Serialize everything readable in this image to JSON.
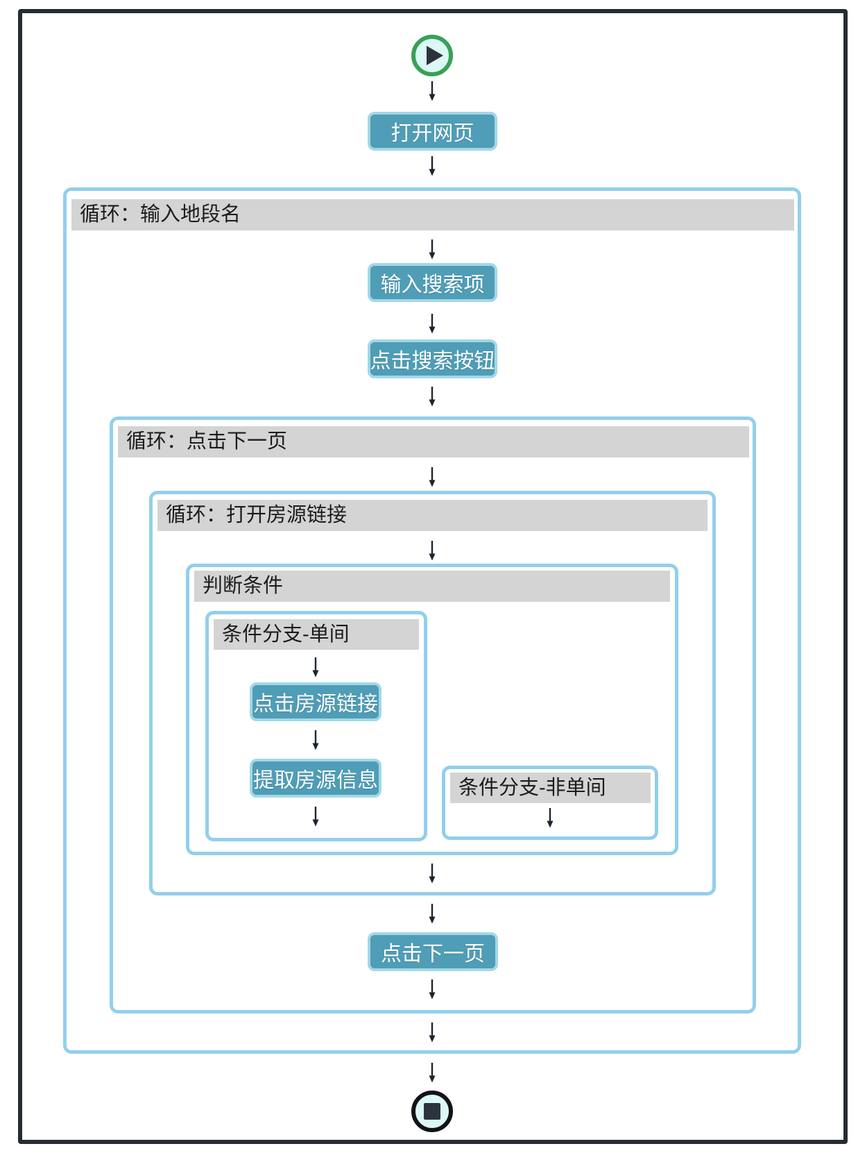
{
  "colors": {
    "frame_border": "#262b33",
    "loop_border": "#92cfec",
    "header_bg": "#d4d4d4",
    "header_text": "#1c1c1c",
    "node_fill": "#4f9db6",
    "node_border": "#a2d8e8",
    "node_text": "#ffffff",
    "arrow": "#1b2430",
    "start_ring": "#38a058",
    "end_ring": "#121316",
    "terminal_fill": "#dcf8f6",
    "glyph_dark": "#2d333c"
  },
  "labels": {
    "loop_input_district": "循环：输入地段名",
    "loop_click_next_page": "循环：点击下一页",
    "loop_open_listing_link": "循环：打开房源链接",
    "condition": "判断条件",
    "branch_single_room": "条件分支-单间",
    "branch_not_single_room": "条件分支-非单间",
    "open_webpage": "打开网页",
    "input_search_term": "输入搜索项",
    "click_search_button": "点击搜索按钮",
    "click_listing_link": "点击房源链接",
    "extract_listing_info": "提取房源信息",
    "click_next_page": "点击下一页"
  }
}
